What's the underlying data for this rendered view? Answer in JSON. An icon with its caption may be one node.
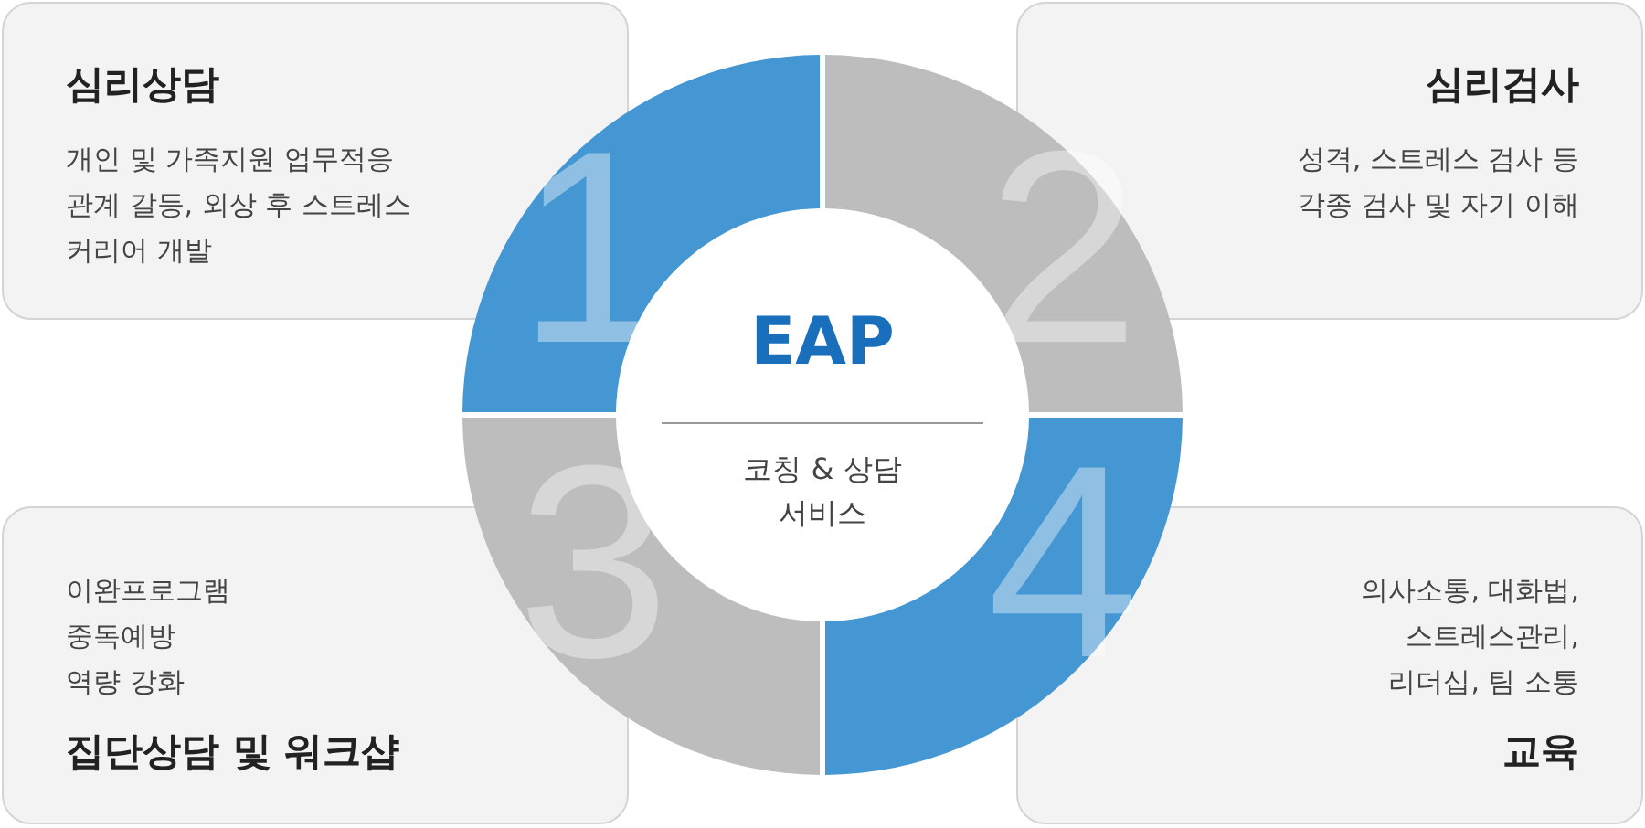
{
  "diagram": {
    "nodes": [
      {
        "text": [
          "심리상담",
          "개인 및 가족지원 업무적응",
          "관계 갈등, 외상 후 스트레스",
          "커리어 개발"
        ]
      },
      {
        "text": [
          "심리검사",
          "성격, 스트레스 검사 등",
          "각종 검사 및 자기 이해"
        ]
      },
      {
        "text": [
          "이완프로그램",
          "중독예방",
          "역량 강화",
          "집단상담 및 워크샵"
        ]
      },
      {
        "text": [
          "의사소통, 대화법,",
          "스트레스관리,",
          "리더십, 팀 소통",
          "교육"
        ]
      },
      {
        "text": [
          "1"
        ]
      },
      {
        "text": [
          "2"
        ]
      },
      {
        "text": [
          "3"
        ]
      },
      {
        "text": [
          "4"
        ]
      },
      {
        "text": [
          "EAP",
          "코칭 & 상담 서비스"
        ]
      }
    ]
  }
}
